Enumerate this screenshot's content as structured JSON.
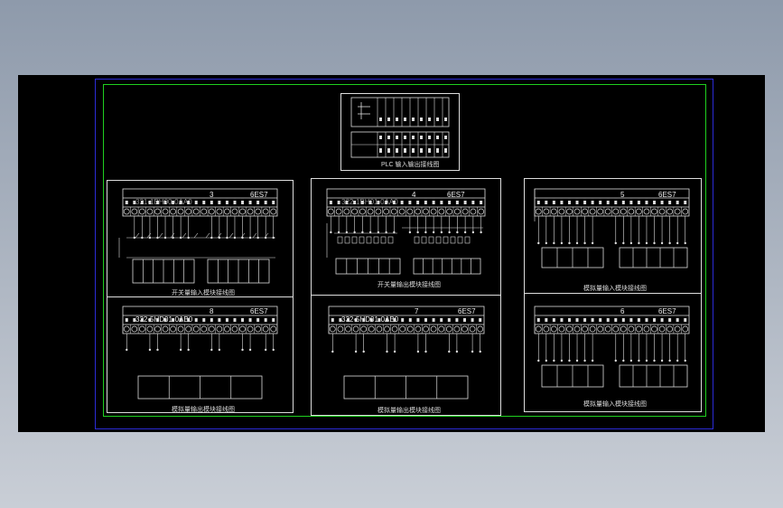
{
  "viewer": {
    "background": "#9aa5b4",
    "canvas_color": "#000000",
    "sheet_border_color": "#2b2bd6",
    "frame_color": "#1fd01f",
    "line_color": "#dddddd"
  },
  "overview": {
    "caption": "PLC 输入输出接线图"
  },
  "modules": [
    {
      "id": "m3",
      "slot": "3",
      "order": "6ES7",
      "part": "321-1BH00-0AA0",
      "caption": "开关量输入模块接线图"
    },
    {
      "id": "m4",
      "slot": "4",
      "order": "6ES7",
      "part": "322-1BH01-0AA0",
      "caption": "开关量输出模块接线图"
    },
    {
      "id": "m5",
      "slot": "5",
      "order": "6ES7",
      "part": "",
      "caption": "模拟量输入模块接线图"
    },
    {
      "id": "m8",
      "slot": "8",
      "order": "6ES7",
      "part": "332-5HD01-0AB0",
      "caption": "模拟量输出模块接线图"
    },
    {
      "id": "m7",
      "slot": "7",
      "order": "6ES7",
      "part": "332-5HD01-0AB0",
      "caption": "模拟量输出模块接线图"
    },
    {
      "id": "m6",
      "slot": "6",
      "order": "6ES7",
      "part": "",
      "caption": "模拟量输入模块接线图"
    }
  ]
}
